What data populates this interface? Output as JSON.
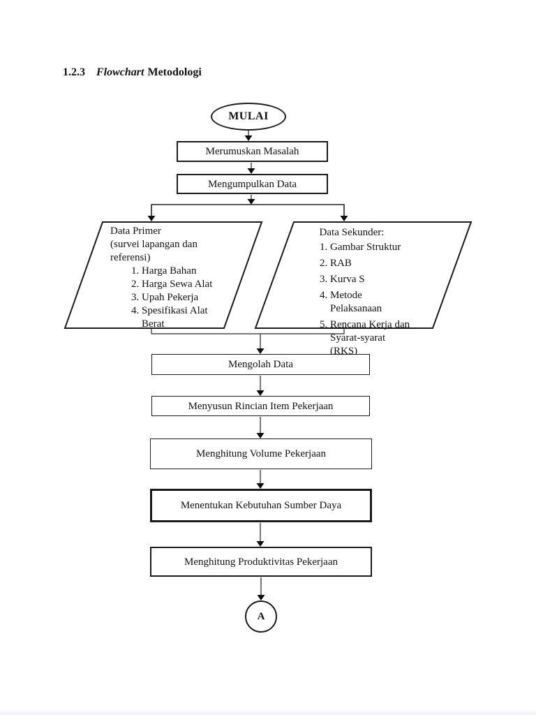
{
  "document": {
    "heading": {
      "number": "1.2.3",
      "term": "Flowchart",
      "rest": "Metodologi"
    },
    "flowchart": {
      "start": "MULAI",
      "steps": {
        "merumuskan": "Merumuskan Masalah",
        "mengumpulkan": "Mengumpulkan Data",
        "mengolah": "Mengolah Data",
        "menyusun": "Menyusun Rincian Item Pekerjaan",
        "volume": "Menghitung Volume Pekerjaan",
        "sumber_daya": "Menentukan Kebutuhan Sumber Daya",
        "produktivitas": "Menghitung Produktivitas Pekerjaan"
      },
      "data_primer": {
        "title": "Data Primer\n(survei lapangan dan\nreferensi)",
        "items": [
          "Harga Bahan",
          "Harga Sewa Alat",
          "Upah Pekerja",
          "Spesifikasi Alat\nBerat"
        ]
      },
      "data_sekunder": {
        "title": "Data Sekunder:",
        "items": [
          "Gambar Struktur",
          "RAB",
          "Kurva S",
          "Metode Pelaksanaan",
          "Rencana Kerja dan\nSyarat-syarat (RKS)"
        ]
      },
      "connector": "A"
    },
    "colors": {
      "line": "#1a1a1a",
      "arrow_stem": "#3d3d3d",
      "background": "#ffffff",
      "bottom_strip": "#eff5fb"
    }
  }
}
